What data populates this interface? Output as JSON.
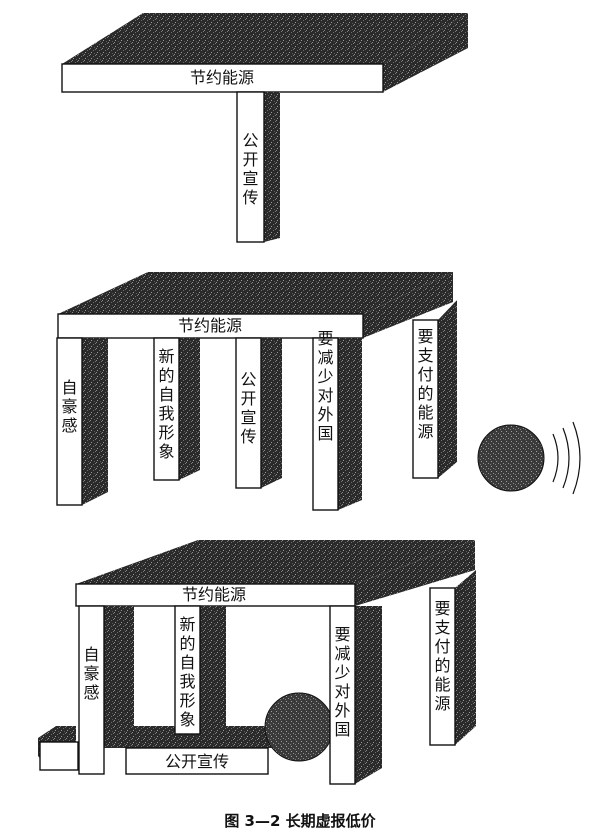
{
  "colors": {
    "ink": "#111111",
    "paper": "#ffffff",
    "shade": "#2a2a2a"
  },
  "fig1": {
    "top_label": "节约能源",
    "leg_label": "公开宣传"
  },
  "fig2": {
    "top_label": "节约能源",
    "legs": [
      "自豪感",
      "新的自我形象",
      "公开宣传",
      "要减少对外国",
      "要支付的能源"
    ]
  },
  "fig3": {
    "top_label": "节约能源",
    "legs": [
      "自豪感",
      "新的自我形象",
      "要减少对外国",
      "要支付的能源"
    ],
    "fallen_label": "公开宣传"
  },
  "caption": "图 3—2    长期虚报低价"
}
